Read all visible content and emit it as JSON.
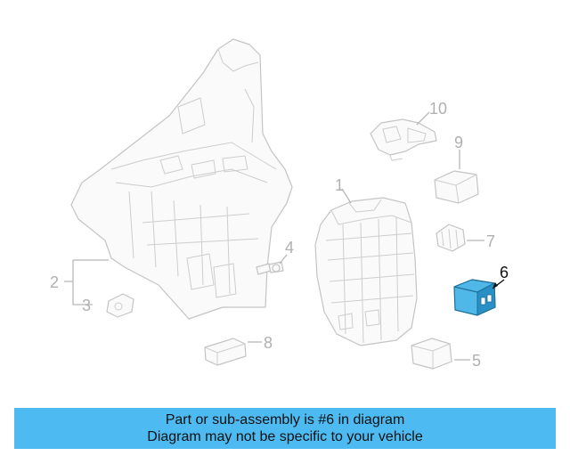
{
  "callouts": {
    "c1": "1",
    "c2": "2",
    "c3": "3",
    "c4": "4",
    "c5": "5",
    "c6": "6",
    "c7": "7",
    "c8": "8",
    "c9": "9",
    "c10": "10"
  },
  "highlighted_part": "6",
  "colors": {
    "highlight": "#4fb8e8",
    "banner": "#4dbbf2",
    "outline": "#c4c4c4"
  },
  "banner": {
    "line1": "Part or sub-assembly is #6 in diagram",
    "line2": "Diagram may not be specific to your vehicle"
  }
}
